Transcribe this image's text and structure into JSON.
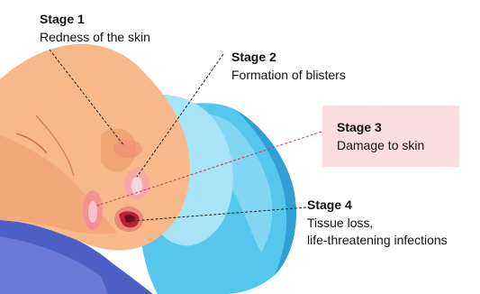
{
  "stages": [
    {
      "title": "Stage 1",
      "description": "Redness of the skin"
    },
    {
      "title": "Stage 2",
      "description": "Formation of blisters"
    },
    {
      "title": "Stage 3",
      "description": "Damage to skin"
    },
    {
      "title": "Stage 4",
      "description_lines": [
        "Tissue loss,",
        "life-threatening infections"
      ]
    }
  ],
  "colors": {
    "skin": "#f8b98a",
    "skin_shadow": "#ef9a6b",
    "pillow": "#55c6ec",
    "pillow_light": "#bfeafb",
    "sheet": "#3a5fc0",
    "sheet_light": "#7a8fd9",
    "wound_pink": "#f08a9a",
    "wound_red": "#c42e3a",
    "stage3_box": "#f9dde0"
  }
}
